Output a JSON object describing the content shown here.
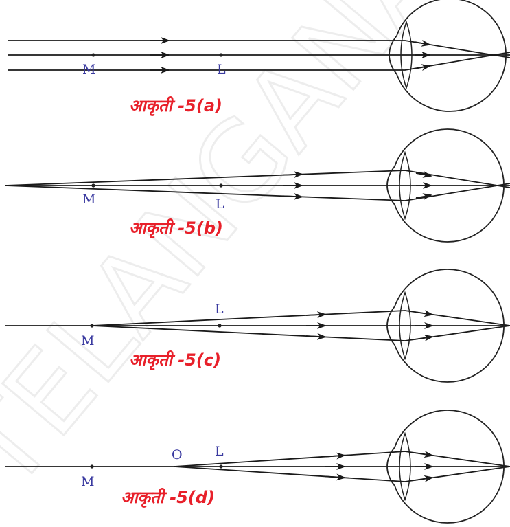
{
  "panels": [
    {
      "id": "a",
      "label_m": "M",
      "label_l": "L",
      "caption": "आकृती -5(a)"
    },
    {
      "id": "b",
      "label_m": "M",
      "label_l": "L",
      "caption": "आकृती -5(b)"
    },
    {
      "id": "c",
      "label_m": "M",
      "label_l": "L",
      "caption": "आकृती -5(c)"
    },
    {
      "id": "d",
      "label_o": "O",
      "label_m": "M",
      "label_l": "L",
      "caption": "आकृती -5(d)"
    }
  ],
  "watermark": "TELANGANA",
  "colors": {
    "caption": "#e8202a",
    "point_label": "#3a3aa0",
    "line": "#1a1a1a",
    "watermark": "#ececec"
  }
}
